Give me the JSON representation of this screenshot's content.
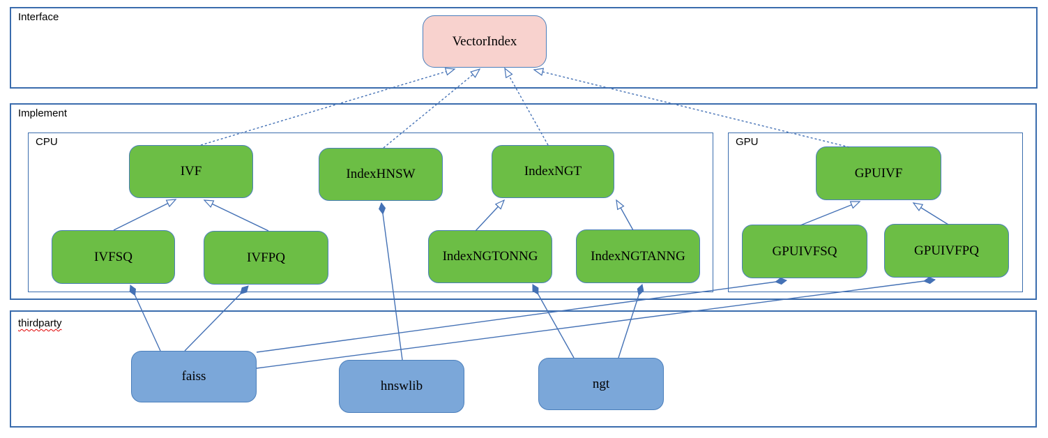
{
  "diagram": {
    "containers": {
      "interface": {
        "label": "Interface"
      },
      "implement": {
        "label": "Implement"
      },
      "cpu": {
        "label": "CPU"
      },
      "gpu": {
        "label": "GPU"
      },
      "thirdparty": {
        "label": "thirdparty"
      }
    },
    "nodes": {
      "vectorindex": {
        "label": "VectorIndex",
        "type": "interface"
      },
      "ivf": {
        "label": "IVF",
        "type": "implementation"
      },
      "indexhnsw": {
        "label": "IndexHNSW",
        "type": "implementation"
      },
      "indexngt": {
        "label": "IndexNGT",
        "type": "implementation"
      },
      "gpuivf": {
        "label": "GPUIVF",
        "type": "implementation"
      },
      "ivfsq": {
        "label": "IVFSQ",
        "type": "implementation"
      },
      "ivfpq": {
        "label": "IVFPQ",
        "type": "implementation"
      },
      "indexngtonng": {
        "label": "IndexNGTONNG",
        "type": "implementation"
      },
      "indexngtanng": {
        "label": "IndexNGTANNG",
        "type": "implementation"
      },
      "gpuivfsq": {
        "label": "GPUIVFSQ",
        "type": "implementation"
      },
      "gpuivfpq": {
        "label": "GPUIVFPQ",
        "type": "implementation"
      },
      "faiss": {
        "label": "faiss",
        "type": "thirdparty"
      },
      "hnswlib": {
        "label": "hnswlib",
        "type": "thirdparty"
      },
      "ngt": {
        "label": "ngt",
        "type": "thirdparty"
      }
    },
    "relations": [
      {
        "from": "IVF",
        "to": "VectorIndex",
        "type": "realization-dashed-hollow-arrow"
      },
      {
        "from": "IndexHNSW",
        "to": "VectorIndex",
        "type": "realization-dashed-hollow-arrow"
      },
      {
        "from": "IndexNGT",
        "to": "VectorIndex",
        "type": "realization-dashed-hollow-arrow"
      },
      {
        "from": "GPUIVF",
        "to": "VectorIndex",
        "type": "realization-dashed-hollow-arrow"
      },
      {
        "from": "IVFSQ",
        "to": "IVF",
        "type": "generalization-hollow-arrow"
      },
      {
        "from": "IVFPQ",
        "to": "IVF",
        "type": "generalization-hollow-arrow"
      },
      {
        "from": "IndexNGTONNG",
        "to": "IndexNGT",
        "type": "generalization-hollow-arrow"
      },
      {
        "from": "IndexNGTANNG",
        "to": "IndexNGT",
        "type": "generalization-hollow-arrow"
      },
      {
        "from": "GPUIVFSQ",
        "to": "GPUIVF",
        "type": "generalization-hollow-arrow"
      },
      {
        "from": "GPUIVFPQ",
        "to": "GPUIVF",
        "type": "generalization-hollow-arrow"
      },
      {
        "from": "faiss",
        "to": "IVFSQ",
        "type": "composition-filled-diamond"
      },
      {
        "from": "faiss",
        "to": "IVFPQ",
        "type": "composition-filled-diamond"
      },
      {
        "from": "hnswlib",
        "to": "IndexHNSW",
        "type": "composition-filled-diamond"
      },
      {
        "from": "ngt",
        "to": "IndexNGTONNG",
        "type": "composition-filled-diamond"
      },
      {
        "from": "ngt",
        "to": "IndexNGTANNG",
        "type": "composition-filled-diamond"
      },
      {
        "from": "faiss",
        "to": "GPUIVFSQ",
        "type": "composition-filled-diamond"
      },
      {
        "from": "faiss",
        "to": "GPUIVFPQ",
        "type": "composition-filled-diamond"
      }
    ],
    "colors": {
      "interface-node-fill": "#f8d2ce",
      "impl-node-fill": "#6cbe45",
      "thirdparty-node-fill": "#7ba7d9",
      "node-border": "#4a7ebb",
      "container-border": "#3a6cad",
      "edge-color": "#4471b5",
      "spellcheck-underline": "#e00000"
    }
  }
}
